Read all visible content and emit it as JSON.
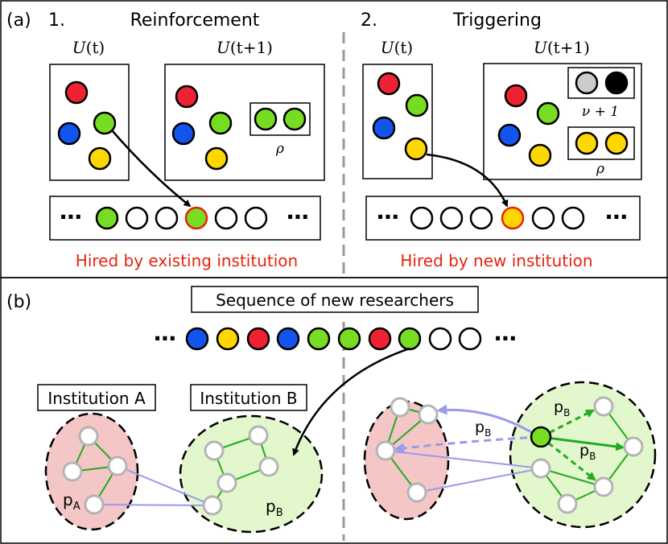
{
  "panel_a": {
    "label": "(a)",
    "left": {
      "number": "1.",
      "title": "Reinforcement",
      "box1_label_script": "U",
      "box1_label_arg": "(t)",
      "box2_label_script": "U",
      "box2_label_arg": "(t+1)",
      "rho": "ρ",
      "sequence_dots": "⋯",
      "caption": "Hired by existing institution"
    },
    "right": {
      "number": "2.",
      "title": "Triggering",
      "box1_label_script": "U",
      "box1_label_arg": "(t)",
      "box2_label_script": "U",
      "box2_label_arg": "(t+1)",
      "nu_label": "ν + 1",
      "rho": "ρ",
      "sequence_dots": "⋯",
      "caption": "Hired by new institution"
    }
  },
  "panel_b": {
    "label": "(b)",
    "sequence_title": "Sequence of new researchers",
    "sequence_dots": "⋯",
    "institution_a": "Institution A",
    "institution_b": "Institution B",
    "pA_main": "p",
    "pA_sub": "A",
    "pB_main": "p",
    "pB_sub": "B"
  },
  "colors": {
    "red": "#ee2233",
    "blue": "#1155ee",
    "green": "#77dd22",
    "yellow": "#ffd700",
    "grey": "#cccccc",
    "black": "#000000",
    "caption_red": "#e8230c",
    "pink": "#f5c6c6",
    "light_green": "#e3f7cc",
    "edge_green": "#22aa22",
    "edge_blue": "#9999ee"
  }
}
